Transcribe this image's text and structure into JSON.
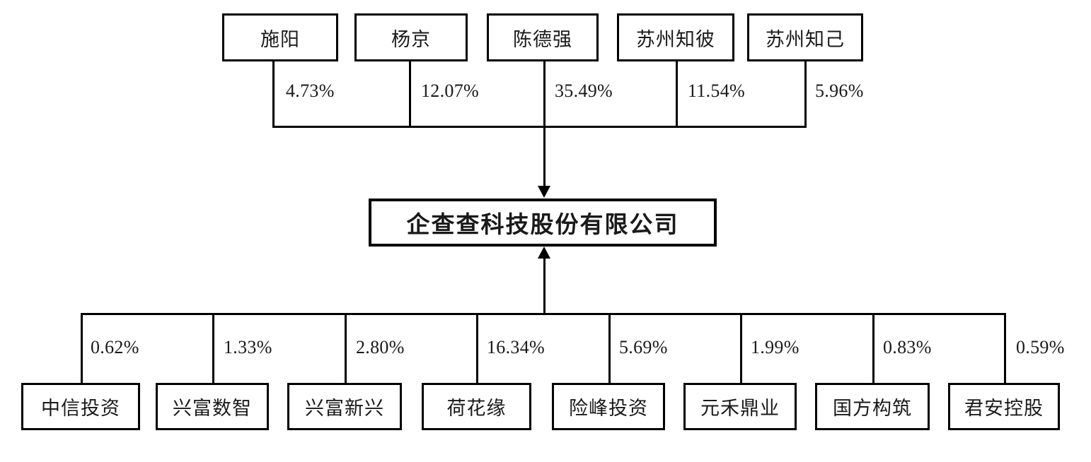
{
  "diagram": {
    "type": "ownership-structure",
    "company": {
      "name": "企查查科技股份有限公司"
    },
    "upstream_shareholders": [
      {
        "name": "施阳",
        "percent": "4.73%"
      },
      {
        "name": "杨京",
        "percent": "12.07%"
      },
      {
        "name": "陈德强",
        "percent": "35.49%"
      },
      {
        "name": "苏州知彼",
        "percent": "11.54%"
      },
      {
        "name": "苏州知己",
        "percent": "5.96%"
      }
    ],
    "downstream_shareholders": [
      {
        "name": "中信投资",
        "percent": "0.62%"
      },
      {
        "name": "兴富数智",
        "percent": "1.33%"
      },
      {
        "name": "兴富新兴",
        "percent": "2.80%"
      },
      {
        "name": "荷花缘",
        "percent": "16.34%"
      },
      {
        "name": "险峰投资",
        "percent": "5.69%"
      },
      {
        "name": "元禾鼎业",
        "percent": "1.99%"
      },
      {
        "name": "国方构筑",
        "percent": "0.83%"
      },
      {
        "name": "君安控股",
        "percent": "0.59%"
      }
    ],
    "colors": {
      "line": "#000000",
      "box_border": "#000000",
      "text": "#1a1a1a",
      "background": "#ffffff"
    }
  }
}
